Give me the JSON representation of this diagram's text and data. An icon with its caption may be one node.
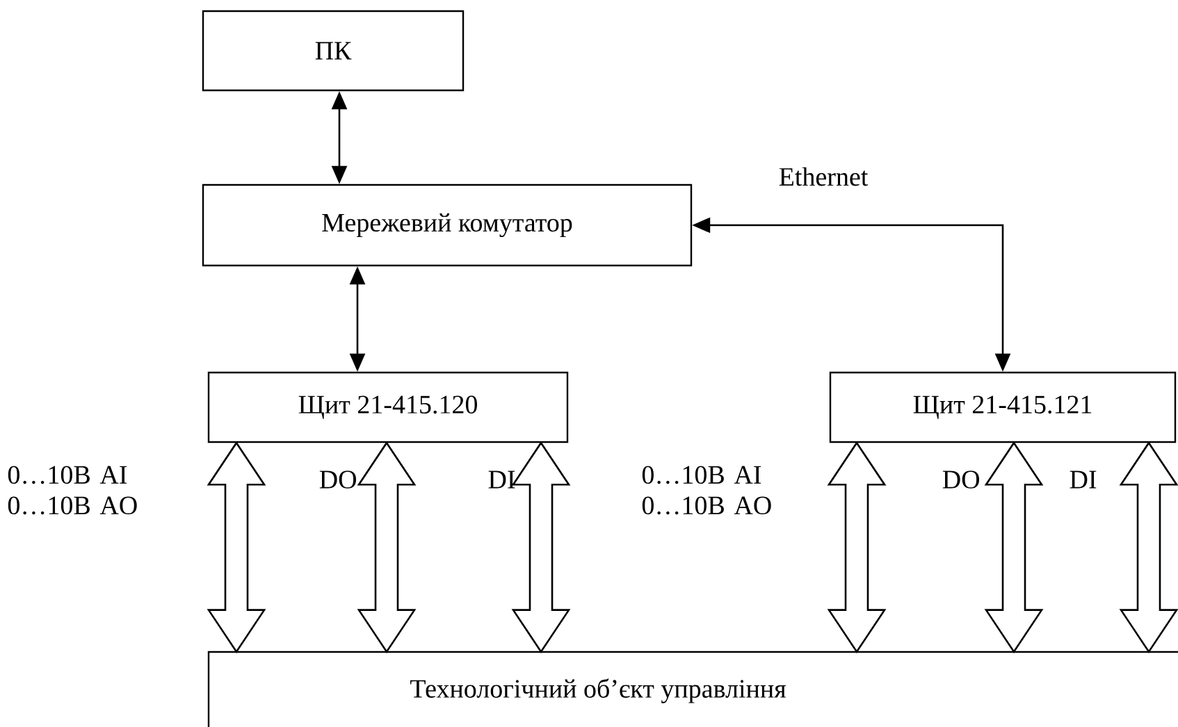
{
  "diagram": {
    "nodes": [
      {
        "text": [
          "ПК"
        ]
      },
      {
        "text": [
          "Мережевий комутатор"
        ]
      },
      {
        "text": [
          "Щит 21-415.120"
        ]
      },
      {
        "text": [
          "Щит 21-415.121"
        ]
      },
      {
        "text": [
          "Технологічний об’єкт управління"
        ]
      }
    ],
    "edges": [
      {
        "from": 0,
        "to": 1,
        "arrow": "both"
      },
      {
        "from": 1,
        "to": 2,
        "arrow": "both"
      },
      {
        "from": 3,
        "to": 1,
        "arrow": "both",
        "label": "Ethernet"
      },
      {
        "from": 2,
        "to": 4,
        "arrow": "both",
        "style": "thick",
        "label": "0…10В AI 0…10В AO"
      },
      {
        "from": 2,
        "to": 4,
        "arrow": "both",
        "style": "thick",
        "label": "DO"
      },
      {
        "from": 2,
        "to": 4,
        "arrow": "both",
        "style": "thick",
        "label": "DI"
      },
      {
        "from": 3,
        "to": 4,
        "arrow": "both",
        "style": "thick",
        "label": "0…10В AI 0…10В AO"
      },
      {
        "from": 3,
        "to": 4,
        "arrow": "both",
        "style": "thick",
        "label": "DO"
      },
      {
        "from": 3,
        "to": 4,
        "arrow": "both",
        "style": "thick",
        "label": "DI"
      }
    ]
  }
}
